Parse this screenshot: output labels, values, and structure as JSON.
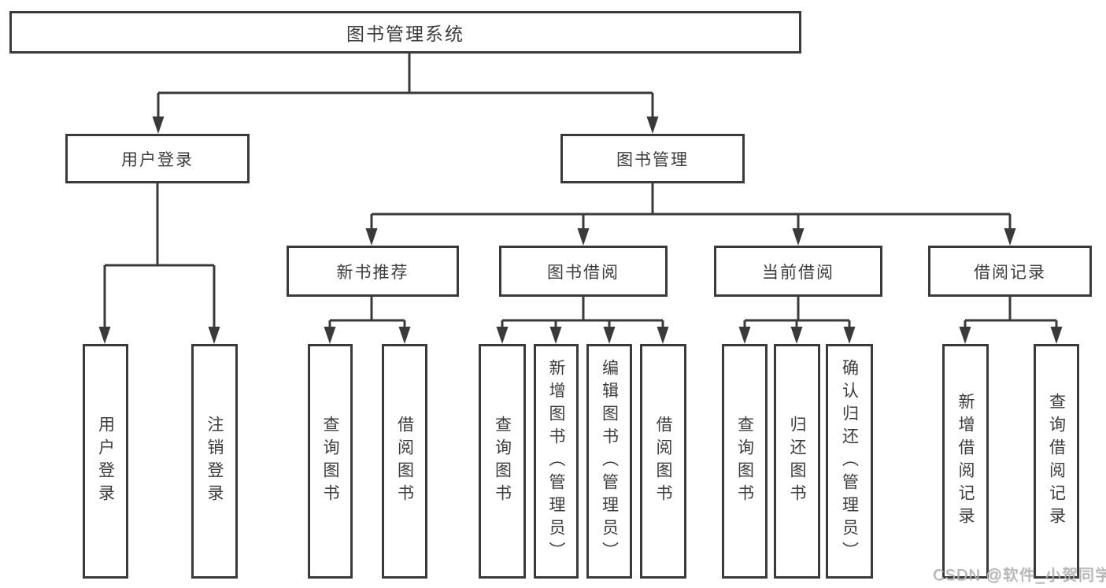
{
  "style": {
    "line_color": "#3a3a3a",
    "text_color": "#3c3c3c",
    "background": "#ffffff"
  },
  "nodes": {
    "root": {
      "label": "图书管理系统"
    },
    "user_login": {
      "label": "用户登录"
    },
    "book_management": {
      "label": "图书管理"
    },
    "new_book_recommend": {
      "label": "新书推荐"
    },
    "book_borrow": {
      "label": "图书借阅"
    },
    "current_borrow": {
      "label": "当前借阅"
    },
    "borrow_record": {
      "label": "借阅记录"
    },
    "leaf_user_login": {
      "label": "用户登录"
    },
    "leaf_logout": {
      "label": "注销登录"
    },
    "leaf_nbr_query_books": {
      "label": "查询图书"
    },
    "leaf_nbr_borrow_books": {
      "label": "借阅图书"
    },
    "leaf_bb_query_books": {
      "label": "查询图书"
    },
    "leaf_bb_add_books_admin": {
      "label": "新增图书（管理员）"
    },
    "leaf_bb_edit_books_admin": {
      "label": "编辑图书（管理员）"
    },
    "leaf_bb_borrow_books": {
      "label": "借阅图书"
    },
    "leaf_cb_query_books": {
      "label": "查询图书"
    },
    "leaf_cb_return_books": {
      "label": "归还图书"
    },
    "leaf_cb_confirm_return_admin": {
      "label": "确认归还（管理员）"
    },
    "leaf_br_add_record": {
      "label": "新增借阅记录"
    },
    "leaf_br_query_record": {
      "label": "查询借阅记录"
    }
  },
  "watermark": {
    "text": "CSDN @软件_小贺同学",
    "color": "#b3b3b3"
  }
}
